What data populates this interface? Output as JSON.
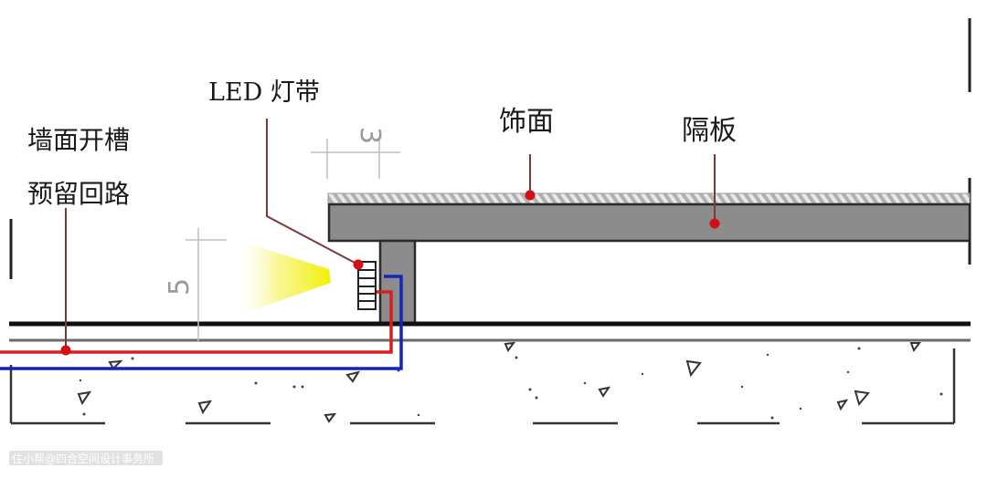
{
  "diagram": {
    "title": "LED light strip wall-slot detail (cross-section)",
    "labels": {
      "led_strip": "LED 灯带",
      "wall_slot": "墙面开槽",
      "reserved_circuit": "预留回路",
      "finish_surface": "饰面",
      "shelf_board": "隔板"
    },
    "dimensions": {
      "offset_top": "3",
      "offset_side": "5"
    },
    "colors": {
      "leader_dot": "#d40f14",
      "wire_live": "#d81e1e",
      "wire_neutral": "#1424b4",
      "board_fill": "#8a8a8a",
      "finish_hatch": "#bcbcbc",
      "light_glow": "#f5f010",
      "dimension_line": "#b8b8b8"
    },
    "watermark": "住小帮@四合空间设计事务所"
  }
}
